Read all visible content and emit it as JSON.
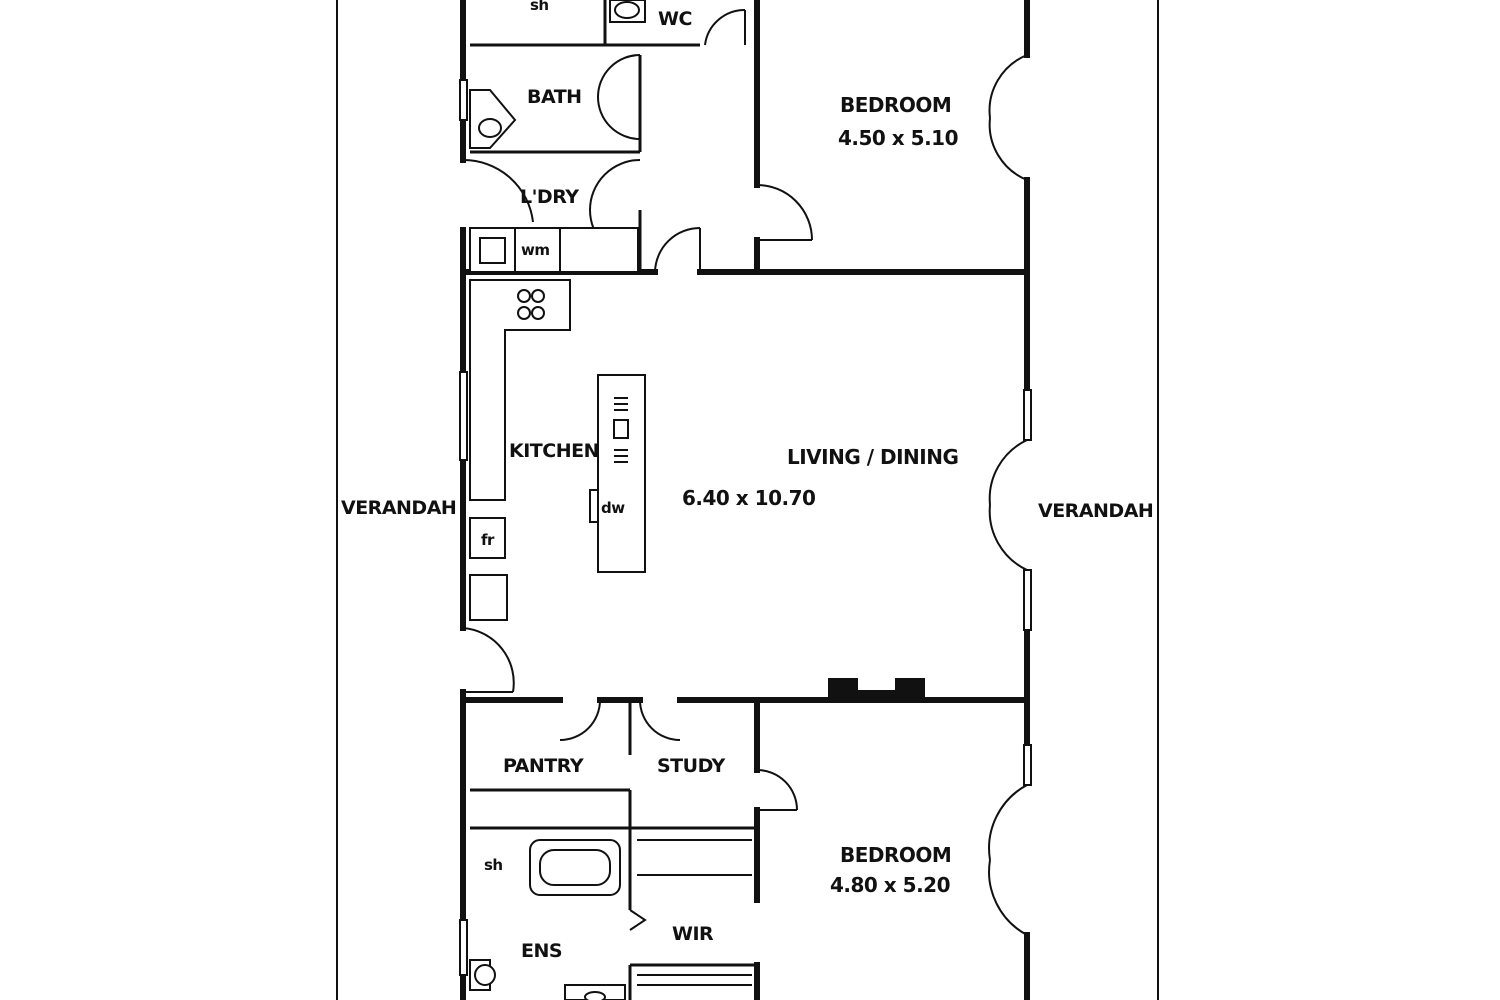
{
  "rooms": {
    "shower_top": "sh",
    "wc": "WC",
    "bath": "BATH",
    "laundry": "L'DRY",
    "washing_machine": "wm",
    "bedroom1_name": "BEDROOM",
    "bedroom1_size": "4.50 x 5.10",
    "kitchen": "KITCHEN",
    "living_name": "LIVING / DINING",
    "living_size": "6.40 x 10.70",
    "dishwasher": "dw",
    "fridge": "fr",
    "verandah_left": "VERANDAH",
    "verandah_right": "VERANDAH",
    "pantry": "PANTRY",
    "study": "STUDY",
    "bedroom2_name": "BEDROOM",
    "bedroom2_size": "4.80 x 5.20",
    "shower_bottom": "sh",
    "ensuite": "ENS",
    "wir": "WIR"
  }
}
